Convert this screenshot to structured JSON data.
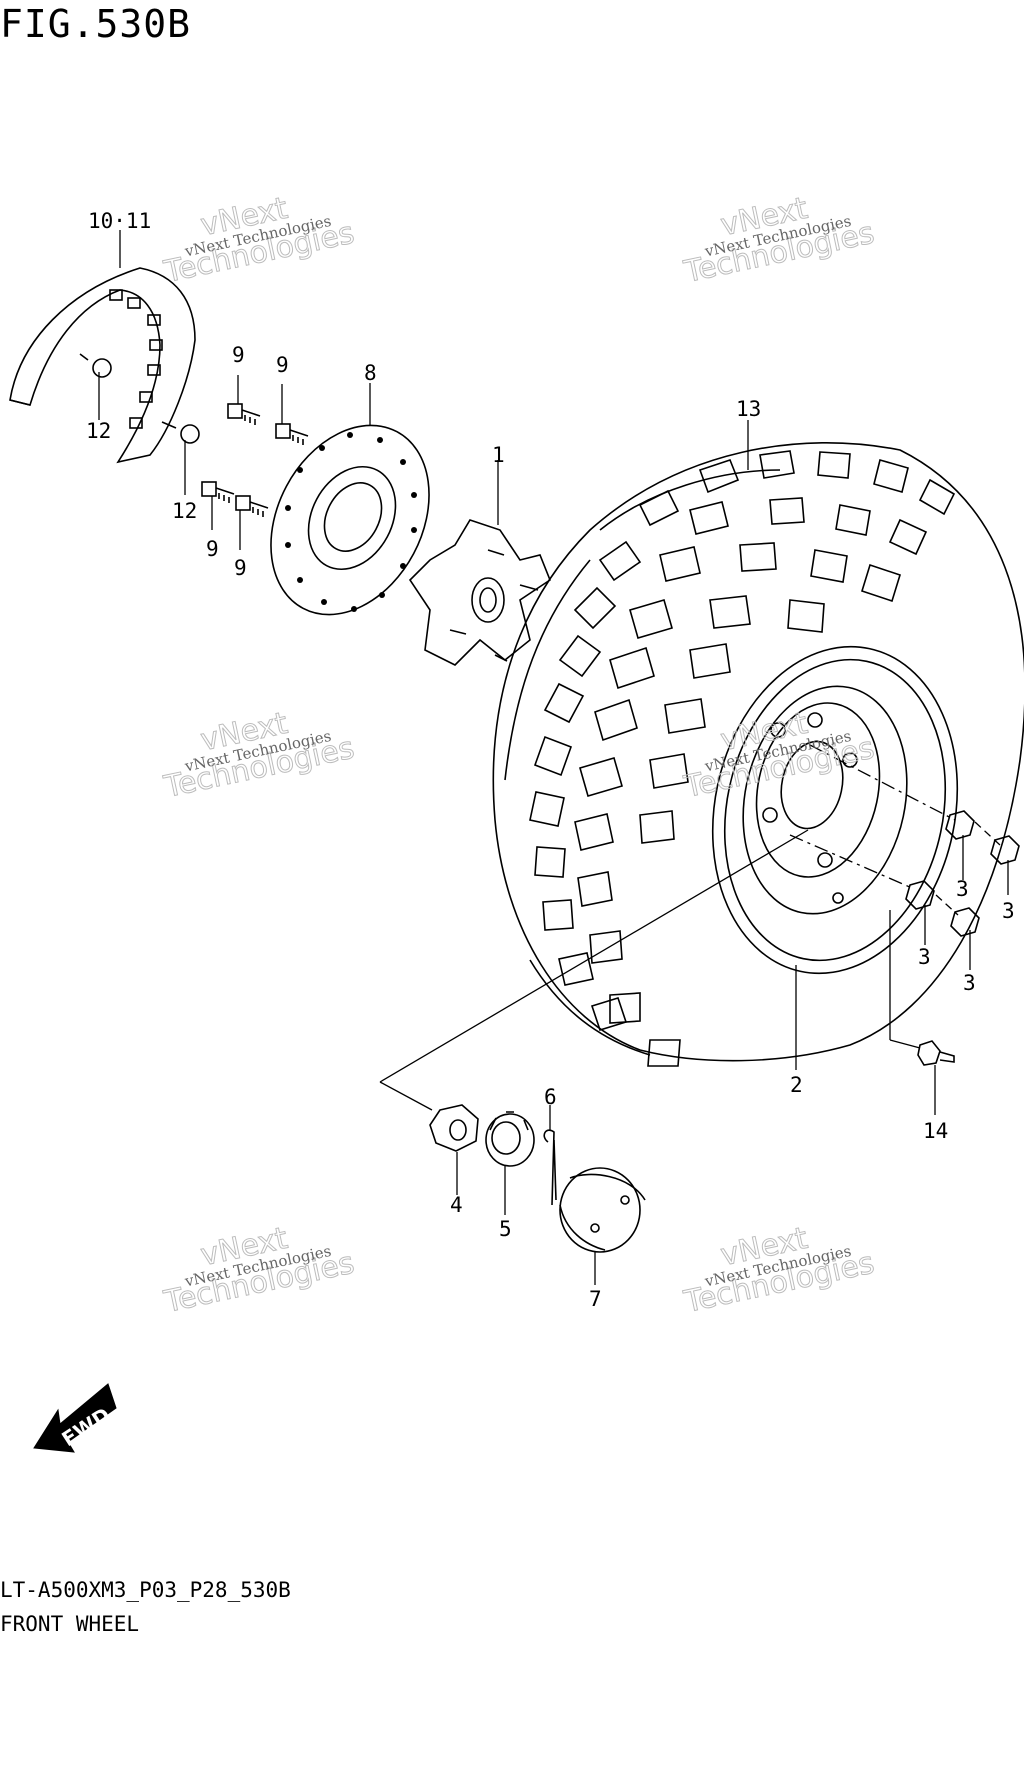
{
  "figure": {
    "title": "FIG.530B",
    "model_code": "LT-A500XM3_P03_P28_530B",
    "section_name": "FRONT WHEEL"
  },
  "watermark": {
    "line1": "vNext",
    "line2": "Technologies",
    "small": "vNext Technologies"
  },
  "direction_badge": "FWD",
  "callouts": {
    "disc_cover": "10·11",
    "bolt_12_top": "12",
    "bolt_12_mid": "12",
    "bolt_9_a": "9",
    "bolt_9_b": "9",
    "bolt_9_c": "9",
    "bolt_9_d": "9",
    "brake_disc": "8",
    "hub": "1",
    "tire": "13",
    "rim": "2",
    "nut_3_a": "3",
    "nut_3_b": "3",
    "nut_3_c": "3",
    "nut_3_d": "3",
    "valve": "14",
    "washer": "4",
    "castle_nut": "5",
    "cotter_pin": "6",
    "hub_cap": "7"
  },
  "colors": {
    "line": "#000000",
    "watermark": "#bdbdbd"
  }
}
